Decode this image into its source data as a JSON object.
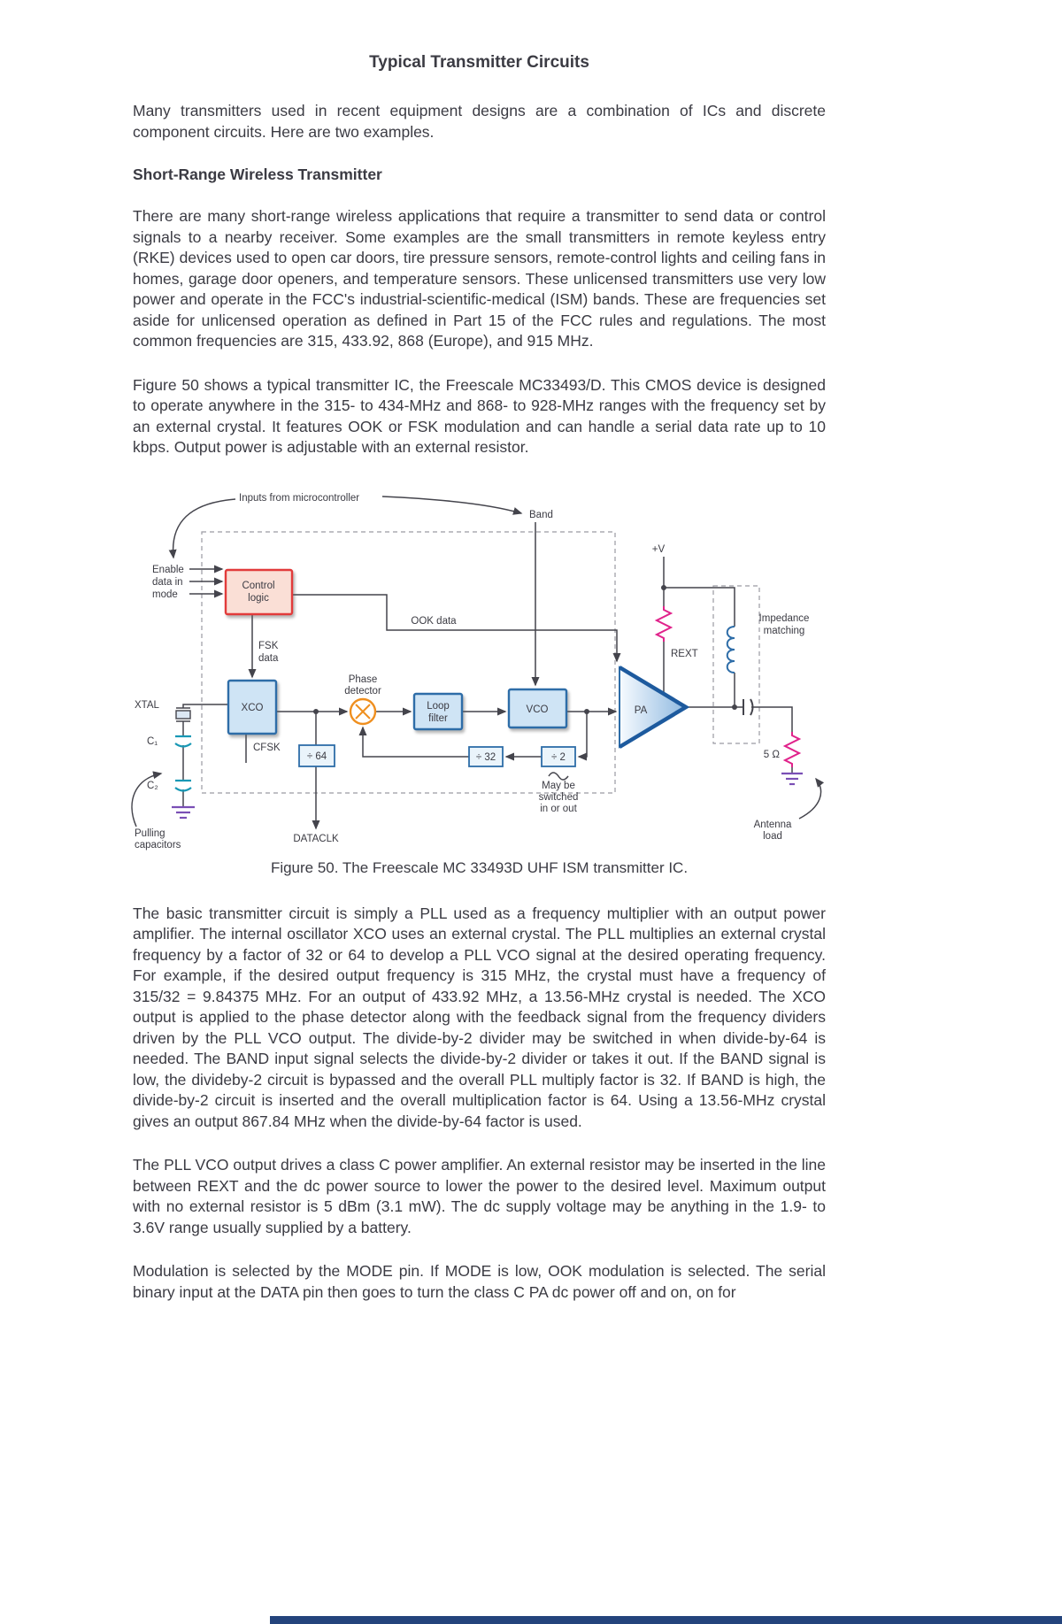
{
  "doc": {
    "title": "Typical Transmitter Circuits",
    "intro": "Many transmitters used in recent equipment designs are a combination of ICs and discrete component circuits. Here are two examples.",
    "section_heading": "Short-Range Wireless Transmitter",
    "para_applications": "There are many short-range wireless applications that require a transmitter to send data or control signals to a nearby receiver. Some examples are the small transmitters in remote keyless entry (RKE) devices used to open car doors, tire pressure sensors, remote-control lights and ceiling fans in homes, garage door openers, and temperature sensors. These unlicensed transmitters use very low power and operate in the FCC's industrial-scientific-medical (ISM) bands. These are frequencies set aside for unlicensed operation as defined in Part 15 of the FCC rules and regulations. The most common frequencies are 315, 433.92, 868 (Europe), and 915 MHz.",
    "para_figure_intro": "Figure 50 shows a typical transmitter IC, the Freescale MC33493/D. This CMOS device is designed to operate anywhere in the 315- to 434-MHz and 868- to 928-MHz ranges with the frequency set by an external crystal. It features OOK or FSK modulation and can handle a serial data rate up to 10 kbps. Output power is adjustable with an external resistor.",
    "figure_caption": "Figure 50. The Freescale MC 33493D UHF ISM transmitter IC.",
    "para_operation": "The basic transmitter circuit is simply a PLL used as a frequency multiplier with an output power amplifier. The internal oscillator XCO uses an external crystal. The PLL multiplies an external crystal frequency by a factor of 32 or 64 to develop a PLL VCO signal at the desired operating frequency. For example, if the desired output frequency is 315 MHz, the crystal must have a frequency of 315/32 = 9.84375 MHz. For an output of 433.92 MHz, a 13.56-MHz crystal is needed. The XCO output is applied to the phase detector along with the feedback signal from the frequency dividers driven by the PLL VCO output. The divide-by-2 divider may be switched in when divide-by-64 is needed. The BAND input signal selects the divide-by-2 divider or takes it out. If the BAND signal is low, the divideby-2 circuit is bypassed and the overall PLL multiply factor is 32. If BAND is high, the divide-by-2 circuit is inserted and the overall multiplication factor is 64. Using a 13.56-MHz crystal gives an output 867.84 MHz when the divide-by-64 factor is used.",
    "para_power": "The PLL VCO output drives a class C power amplifier. An external resistor may be inserted in the line between REXT and the dc power source to lower the power to the desired level. Maximum output with no external resistor is 5 dBm (3.1 mW). The dc supply voltage may be anything in the 1.9- to 3.6V range usually supplied by a battery.",
    "para_modulation": "Modulation is selected by the MODE pin. If MODE is low, OOK modulation is selected. The serial binary input at the DATA pin then goes to turn the class C PA dc power off and on, on for"
  },
  "figure": {
    "labels": {
      "inputs_from_mcu": "Inputs from microcontroller",
      "band": "Band",
      "enable": "Enable",
      "data_in": "data in",
      "mode": "mode",
      "control_logic_l1": "Control",
      "control_logic_l2": "logic",
      "ook_data": "OOK data",
      "fsk_l1": "FSK",
      "fsk_l2": "data",
      "plus_v": "+V",
      "rext": "REXT",
      "impedance_l1": "Impedance",
      "impedance_l2": "matching",
      "phase_l1": "Phase",
      "phase_l2": "detector",
      "xtal": "XTAL",
      "xco": "XCO",
      "loop_l1": "Loop",
      "loop_l2": "filter",
      "vco": "VCO",
      "pa": "PA",
      "c1": "C₁",
      "c2": "C₂",
      "cfsk": "CFSK",
      "div64": "÷ 64",
      "div32": "÷ 32",
      "div2": "÷ 2",
      "five_ohm": "5 Ω",
      "may_be_l1": "May be",
      "may_be_l2": "switched",
      "may_be_l3": "in or out",
      "pulling_l1": "Pulling",
      "pulling_l2": "capacitors",
      "dataclk": "DATACLK",
      "antenna_l1": "Antenna",
      "antenna_l2": "load"
    },
    "colors": {
      "text-col": "#3b3b43",
      "line": "#44444c",
      "box-blue-border": "#2e6da8",
      "box-blue-fill": "#cfe4f5",
      "control-red-border": "#e23b3b",
      "control-red-fill": "#fadfd6",
      "phase-orange": "#ef8f1f",
      "resistor-pink": "#e0218a",
      "capacitor-cyan": "#1898b5",
      "ground-purple": "#7a4fb5",
      "pa-blue": "#1d5a9e",
      "edge-bar": "#24447c"
    }
  }
}
